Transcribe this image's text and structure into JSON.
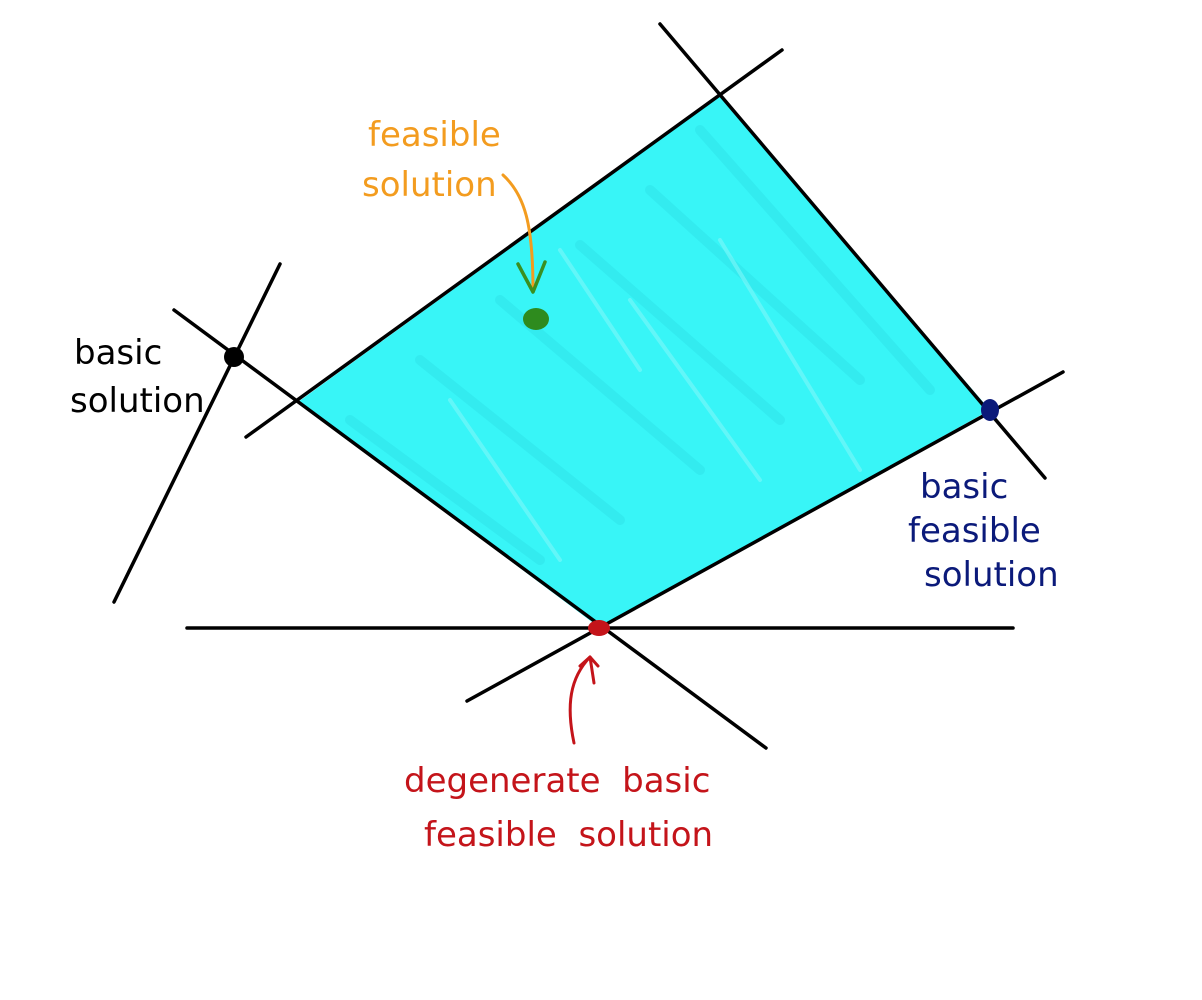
{
  "labels": {
    "feasible_solution": {
      "line1": "feasible",
      "line2": "solution"
    },
    "basic_solution": {
      "line1": "basic",
      "line2": "solution"
    },
    "basic_feasible_solution": {
      "line1": "basic",
      "line2": "feasible",
      "line3": "solution"
    },
    "degenerate_bfs": {
      "line1": "degenerate  basic",
      "line2": "feasible  solution"
    }
  },
  "colors": {
    "region_fill": "#00f2f5",
    "lines": "#000000",
    "feasible": "#f39c1f",
    "feasible_point": "#2e8b1e",
    "basic_solution": "#000000",
    "basic_feasible": "#0b1a7a",
    "degenerate": "#c4141a"
  }
}
